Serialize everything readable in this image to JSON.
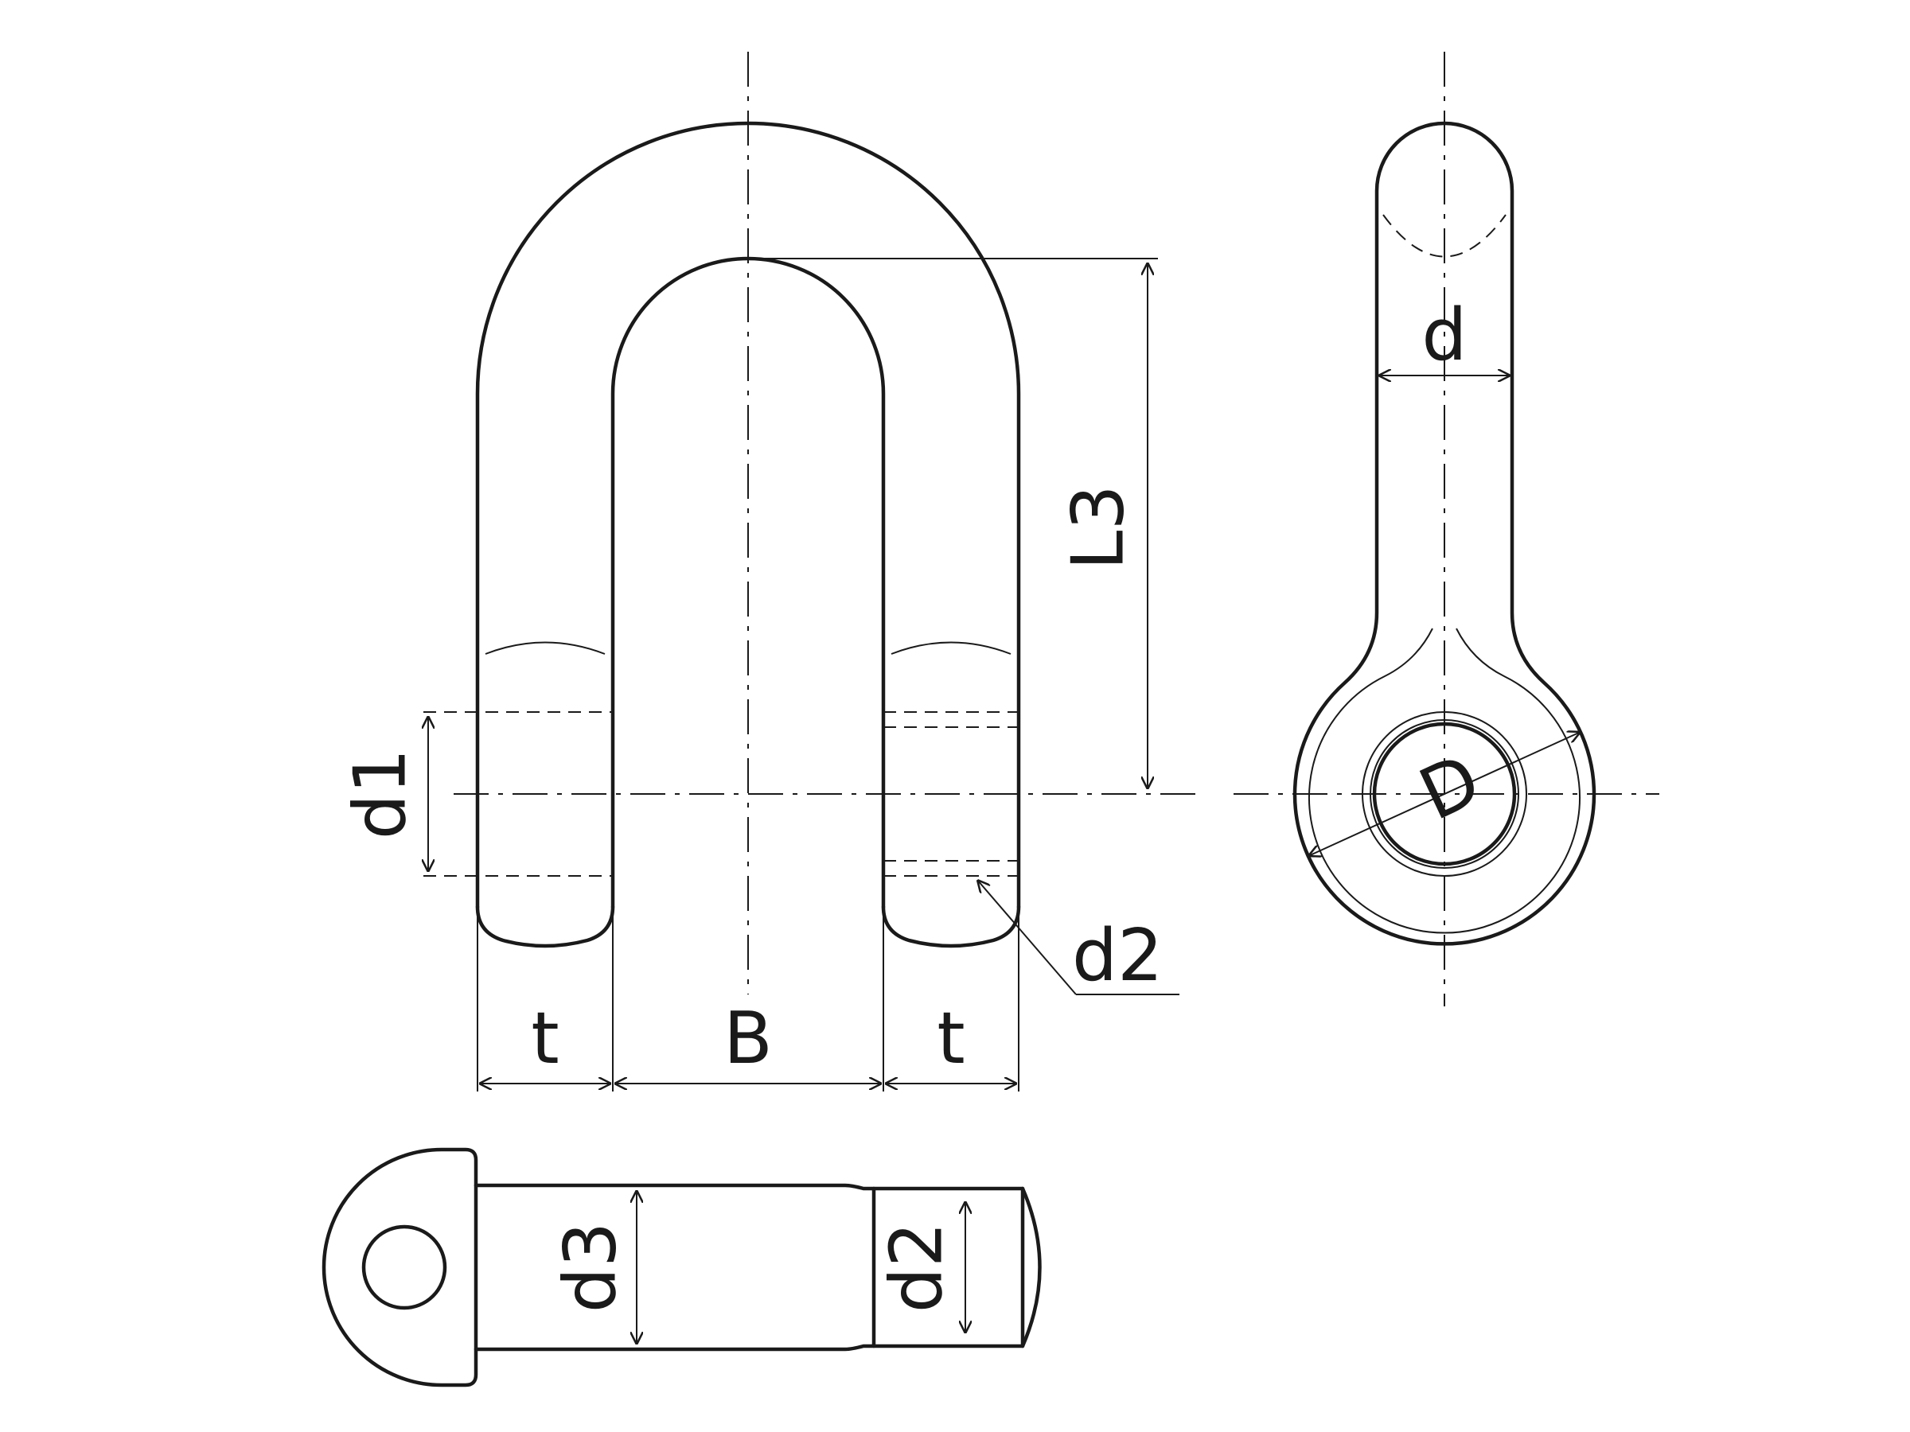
{
  "labels": {
    "t_left": "t",
    "b": "B",
    "t_right": "t",
    "l3": "L3",
    "d1": "d1",
    "d2_callout": "d2",
    "d": "d",
    "big_d": "D",
    "d3": "d3",
    "d2_pin": "d2"
  },
  "colors": {
    "line": "#1a1a1a",
    "background": "#ffffff"
  }
}
